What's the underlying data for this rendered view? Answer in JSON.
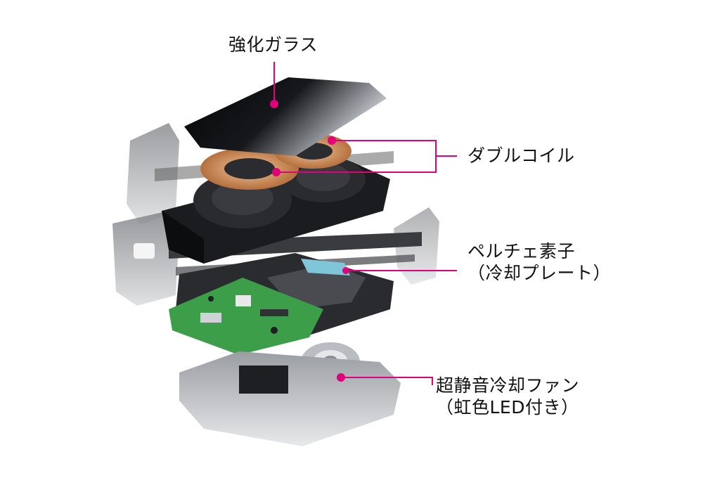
{
  "labels": {
    "glass": "強化ガラス",
    "coil": "ダブルコイル",
    "peltier_line1": "ペルチェ素子",
    "peltier_line2": "（冷却プレート）",
    "fan_line1": "超静音冷却ファン",
    "fan_line2": "（虹色LED付き）"
  },
  "colors": {
    "leader": "#e0007a",
    "text": "#111111",
    "pcb": "#3d9e4a",
    "copper": "#c9895a",
    "peltier": "#7fc7d8",
    "device_dark": "#1b1c1f"
  }
}
